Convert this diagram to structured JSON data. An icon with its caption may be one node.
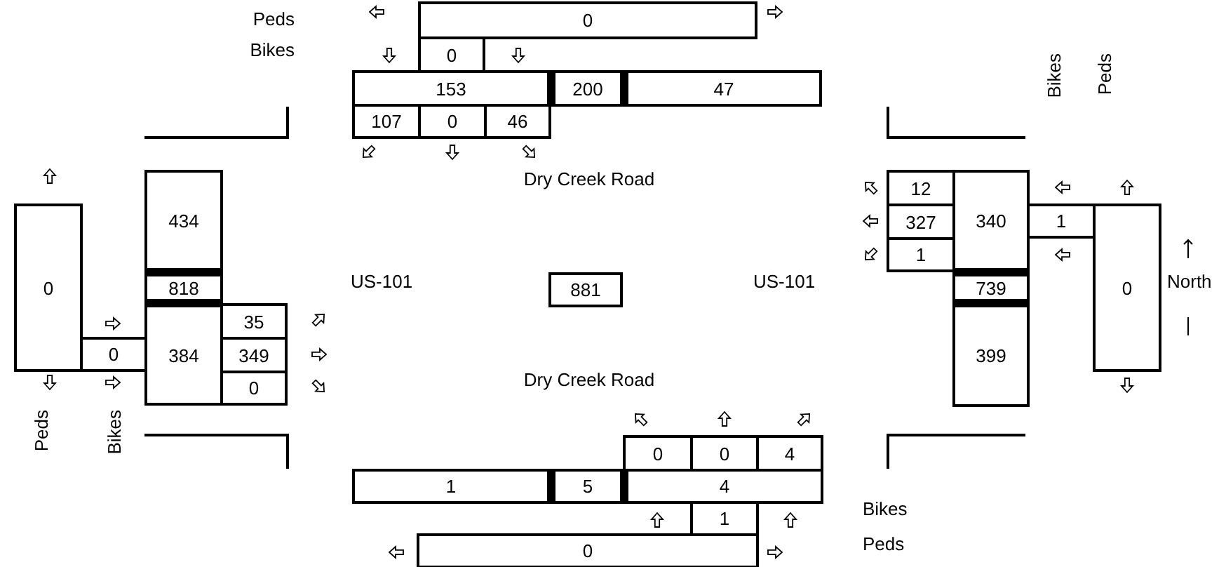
{
  "diagram": {
    "nodes": [
      {
        "text": [
          "0"
        ]
      },
      {
        "text": [
          "0"
        ]
      },
      {
        "text": [
          "153"
        ]
      },
      {
        "text": [
          "200"
        ]
      },
      {
        "text": [
          "47"
        ]
      },
      {
        "text": [
          "107"
        ]
      },
      {
        "text": [
          "0"
        ]
      },
      {
        "text": [
          "46"
        ]
      },
      {
        "text": [
          "0"
        ]
      },
      {
        "text": [
          "434"
        ]
      },
      {
        "text": [
          "818"
        ]
      },
      {
        "text": [
          "384"
        ]
      },
      {
        "text": [
          "0"
        ]
      },
      {
        "text": [
          "35"
        ]
      },
      {
        "text": [
          "349"
        ]
      },
      {
        "text": [
          "0"
        ]
      },
      {
        "text": [
          "12"
        ]
      },
      {
        "text": [
          "327"
        ]
      },
      {
        "text": [
          "1"
        ]
      },
      {
        "text": [
          "340"
        ]
      },
      {
        "text": [
          "739"
        ]
      },
      {
        "text": [
          "399"
        ]
      },
      {
        "text": [
          "1"
        ]
      },
      {
        "text": [
          "0"
        ]
      },
      {
        "text": [
          "881"
        ]
      },
      {
        "text": [
          "0"
        ]
      },
      {
        "text": [
          "0"
        ]
      },
      {
        "text": [
          "4"
        ]
      },
      {
        "text": [
          "1"
        ]
      },
      {
        "text": [
          "5"
        ]
      },
      {
        "text": [
          "4"
        ]
      },
      {
        "text": [
          "1"
        ]
      },
      {
        "text": [
          "0"
        ]
      }
    ],
    "edges": [],
    "labels": [
      "Peds",
      "Bikes",
      "Bikes",
      "Peds",
      "Dry Creek Road",
      "US-101",
      "US-101",
      "North",
      "Dry Creek Road",
      "Peds",
      "Bikes",
      "Bikes",
      "Peds"
    ]
  }
}
